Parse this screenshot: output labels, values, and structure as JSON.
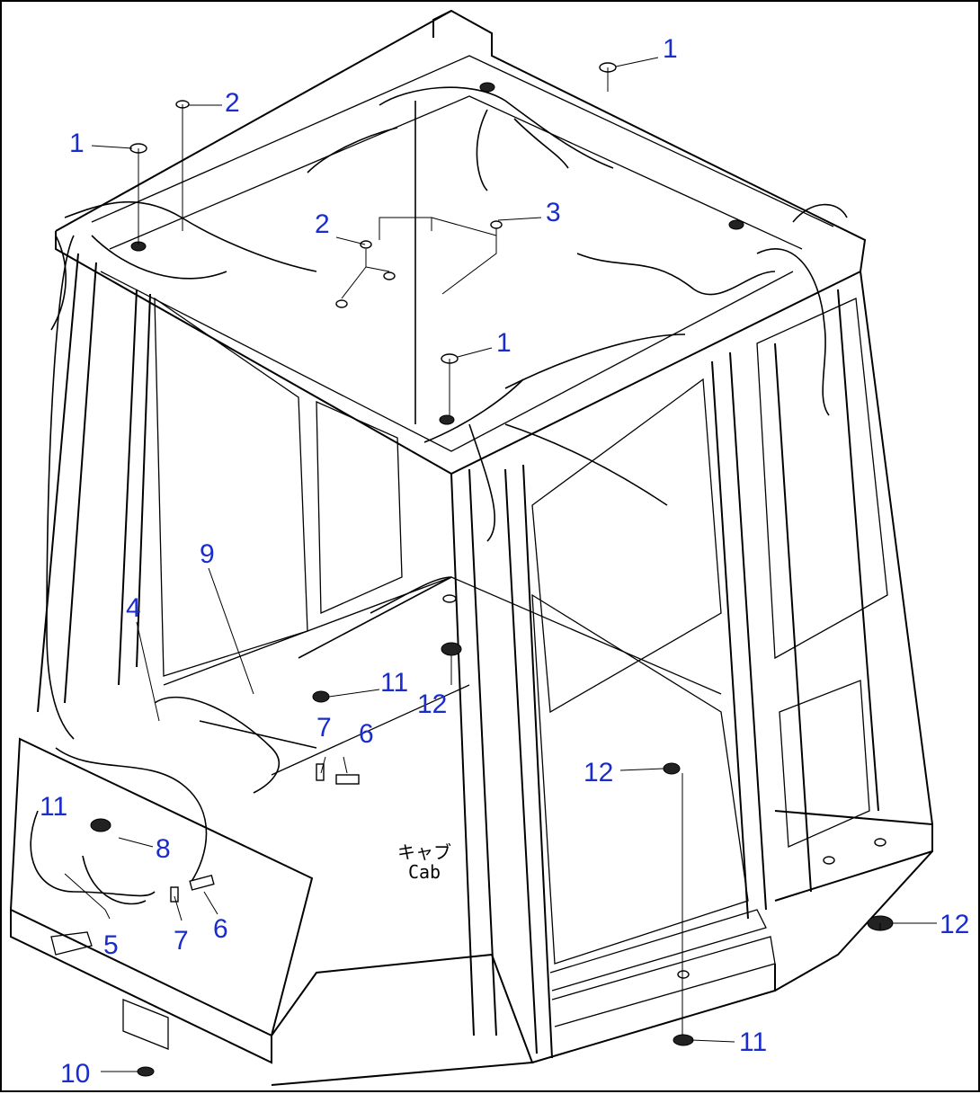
{
  "diagram": {
    "cab_label_jp": "キャブ",
    "cab_label_en": "Cab",
    "callouts": {
      "c1a": "1",
      "c1b": "1",
      "c1c": "1",
      "c2a": "2",
      "c2b": "2",
      "c3": "3",
      "c4": "4",
      "c5": "5",
      "c6a": "6",
      "c6b": "6",
      "c7a": "7",
      "c7b": "7",
      "c8": "8",
      "c9": "9",
      "c10": "10",
      "c11a": "11",
      "c11b": "11",
      "c11c": "11",
      "c12a": "12",
      "c12b": "12",
      "c12c": "12"
    },
    "colors": {
      "callout": "#1a2ccc",
      "linework": "#000000"
    }
  }
}
